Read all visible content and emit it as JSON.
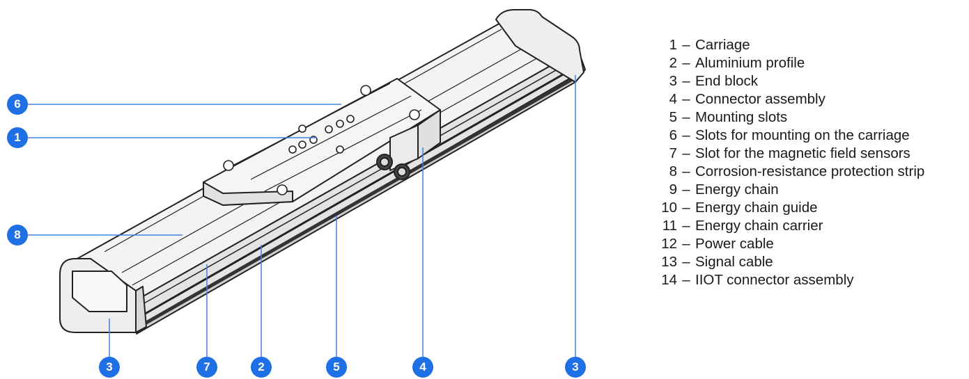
{
  "badges": {
    "b6": "6",
    "b1": "1",
    "b8": "8",
    "b3_left": "3",
    "b7": "7",
    "b2": "2",
    "b5": "5",
    "b4": "4",
    "b3_right": "3"
  },
  "legend": {
    "dash": "–",
    "items": [
      {
        "num": "1",
        "label": "Carriage"
      },
      {
        "num": "2",
        "label": "Aluminium profile"
      },
      {
        "num": "3",
        "label": "End block"
      },
      {
        "num": "4",
        "label": "Connector assembly"
      },
      {
        "num": "5",
        "label": "Mounting slots"
      },
      {
        "num": "6",
        "label": "Slots for mounting on the carriage"
      },
      {
        "num": "7",
        "label": "Slot for the magnetic field sensors"
      },
      {
        "num": "8",
        "label": "Corrosion-resistance protection strip"
      },
      {
        "num": "9",
        "label": "Energy chain"
      },
      {
        "num": "10",
        "label": "Energy chain guide"
      },
      {
        "num": "11",
        "label": "Energy chain carrier"
      },
      {
        "num": "12",
        "label": "Power cable"
      },
      {
        "num": "13",
        "label": "Signal cable"
      },
      {
        "num": "14",
        "label": "IIOT connector assembly"
      }
    ]
  },
  "colors": {
    "badge": "#1f6fe5",
    "leader": "#3f80e8",
    "outline": "#222222",
    "surface": "#f2f2f2"
  }
}
